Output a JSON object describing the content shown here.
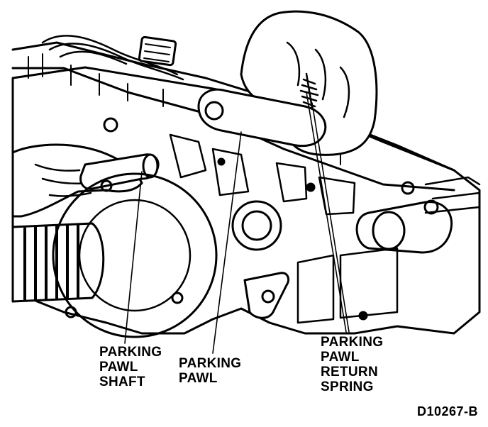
{
  "labels": {
    "parking_pawl_shaft": [
      "PARKING",
      "PAWL",
      "SHAFT"
    ],
    "parking_pawl": [
      "PARKING",
      "PAWL"
    ],
    "parking_pawl_return_spring": [
      "PARKING",
      "PAWL",
      "RETURN",
      "SPRING"
    ]
  },
  "figure_id": "D10267-B",
  "colors": {
    "ink": "#000000",
    "paper": "#ffffff"
  }
}
